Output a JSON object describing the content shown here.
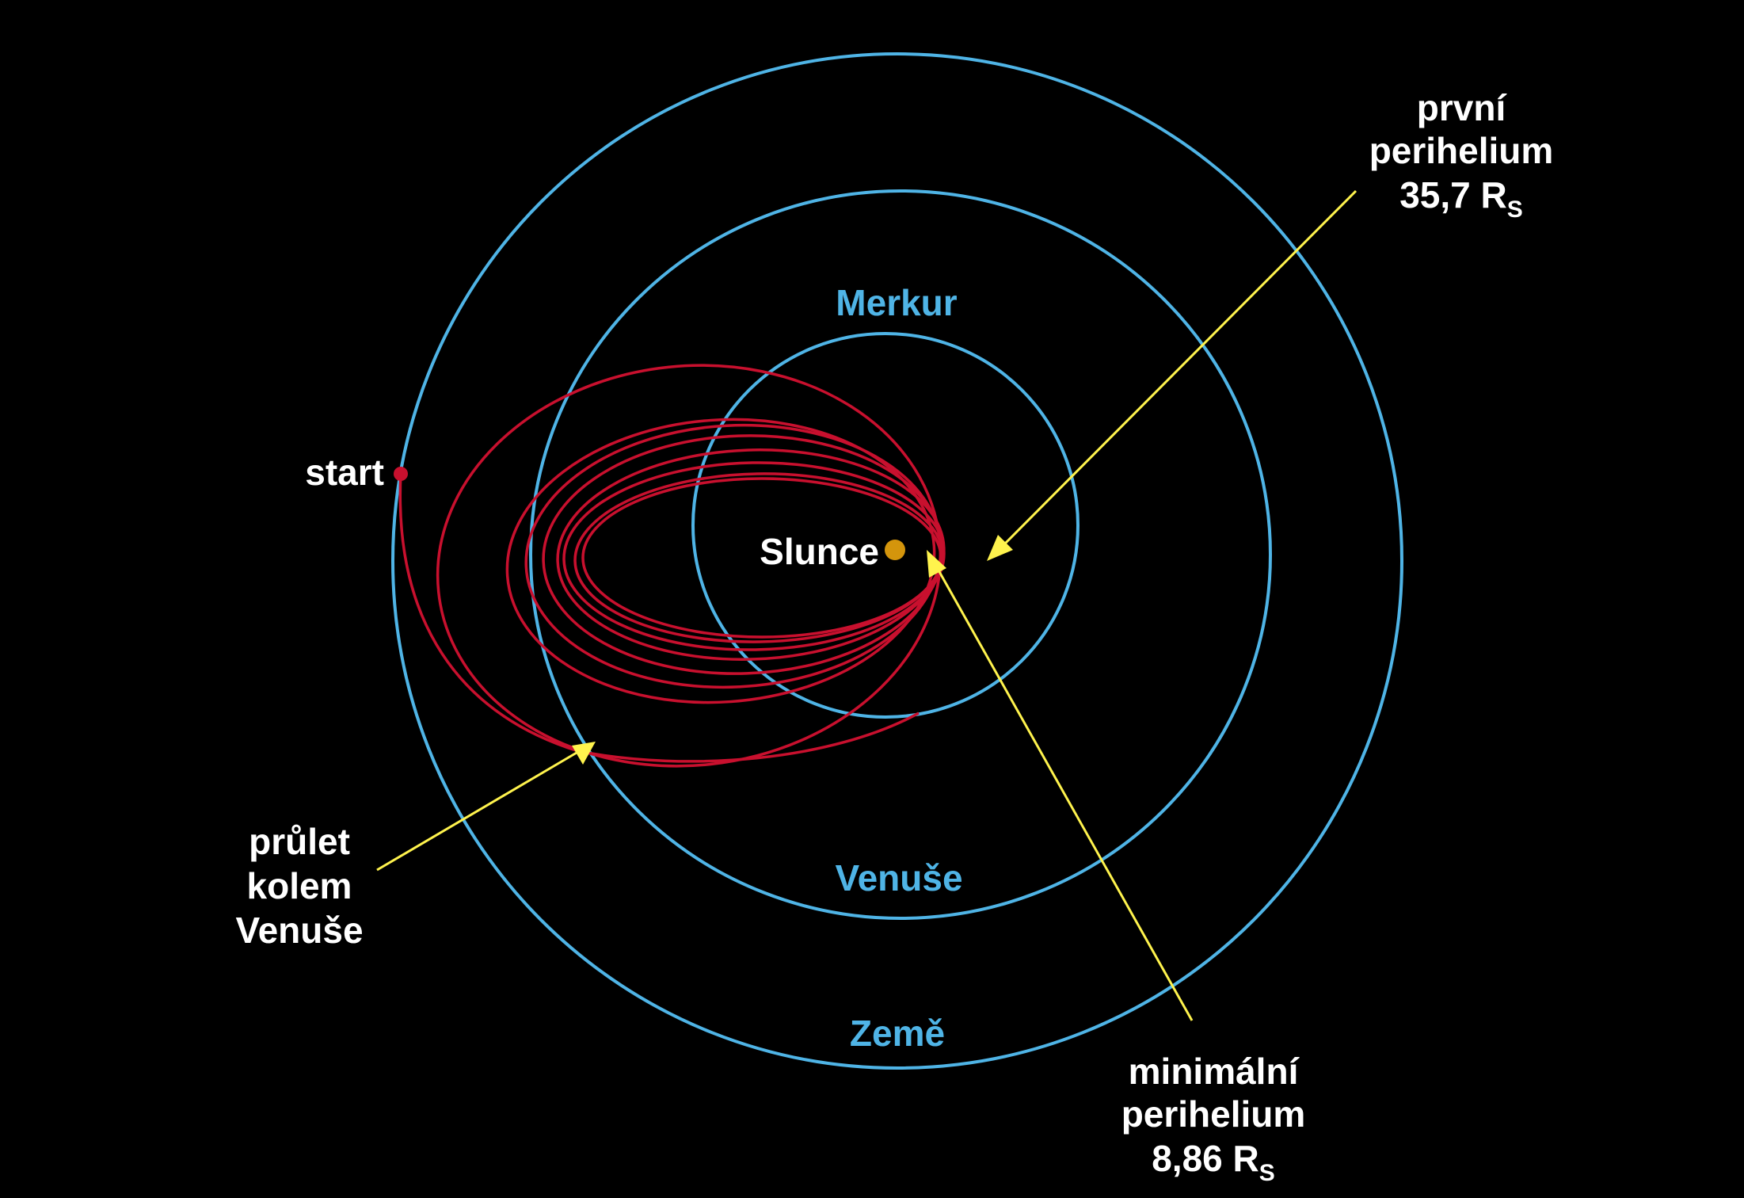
{
  "colors": {
    "background": "#000000",
    "orbit": "#4fb4e6",
    "trajectory": "#c8102e",
    "sun": "#d4950c",
    "pointer": "#fff34d",
    "label": "#ffffff"
  },
  "planets": {
    "mercury": "Merkur",
    "venus": "Venuše",
    "earth": "Země"
  },
  "sun_label": "Slunce",
  "start_label": "start",
  "flyby": {
    "line1": "průlet",
    "line2": "kolem",
    "line3": "Venuše"
  },
  "first_perihelion": {
    "line1": "první",
    "line2": "perihelium",
    "value": "35,7 R",
    "subscript": "S"
  },
  "min_perihelion": {
    "line1": "minimální",
    "line2": "perihelium",
    "value": "8,86 R",
    "subscript": "S"
  }
}
